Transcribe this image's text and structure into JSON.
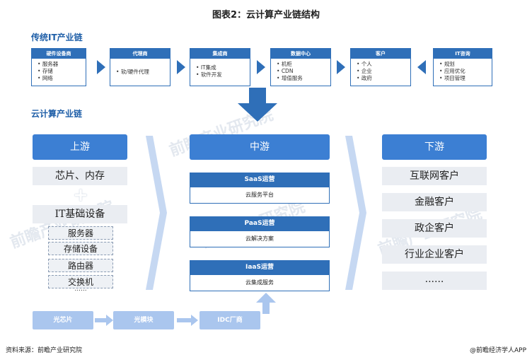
{
  "title": "图表2：云计算产业链结构",
  "traditional": {
    "label": "传统IT产业链",
    "boxes": [
      {
        "head": "硬件设备商",
        "items": [
          "服务器",
          "存储",
          "网络"
        ]
      },
      {
        "head": "代理商",
        "items": [
          "软/硬件代理"
        ]
      },
      {
        "head": "集成商",
        "items": [
          "IT集成",
          "软件开发"
        ]
      },
      {
        "head": "数据中心",
        "items": [
          "机柜",
          "CDN",
          "增值服务"
        ]
      },
      {
        "head": "客户",
        "items": [
          "个人",
          "企业",
          "政府"
        ]
      },
      {
        "head": "IT咨询",
        "items": [
          "规划",
          "应用优化",
          "项目管理"
        ]
      }
    ]
  },
  "cloud": {
    "label": "云计算产业链",
    "upstream": {
      "head": "上游",
      "items": [
        "芯片、内存",
        "IT基础设备"
      ],
      "plus": "+",
      "devices": [
        "服务器",
        "存储设备",
        "路由器",
        "交换机"
      ],
      "more": "......"
    },
    "midstream": {
      "head": "中游",
      "blocks": [
        {
          "head": "SaaS运营",
          "body": "云服务平台"
        },
        {
          "head": "PaaS运营",
          "body": "云解决方案"
        },
        {
          "head": "IaaS运营",
          "body": "云集成服务"
        }
      ]
    },
    "downstream": {
      "head": "下游",
      "items": [
        "互联网客户",
        "金融客户",
        "政企客户",
        "行业企业客户",
        "......"
      ]
    },
    "bottom_chain": [
      "光芯片",
      "光模块",
      "IDC厂商"
    ]
  },
  "footer": {
    "source": "资料来源：前瞻产业研究院",
    "brand": "@前瞻经济学人APP"
  },
  "colors": {
    "primary": "#2f6fb8",
    "header": "#3c7fd3",
    "light": "#aac6ee",
    "gray": "#eaedf2"
  }
}
